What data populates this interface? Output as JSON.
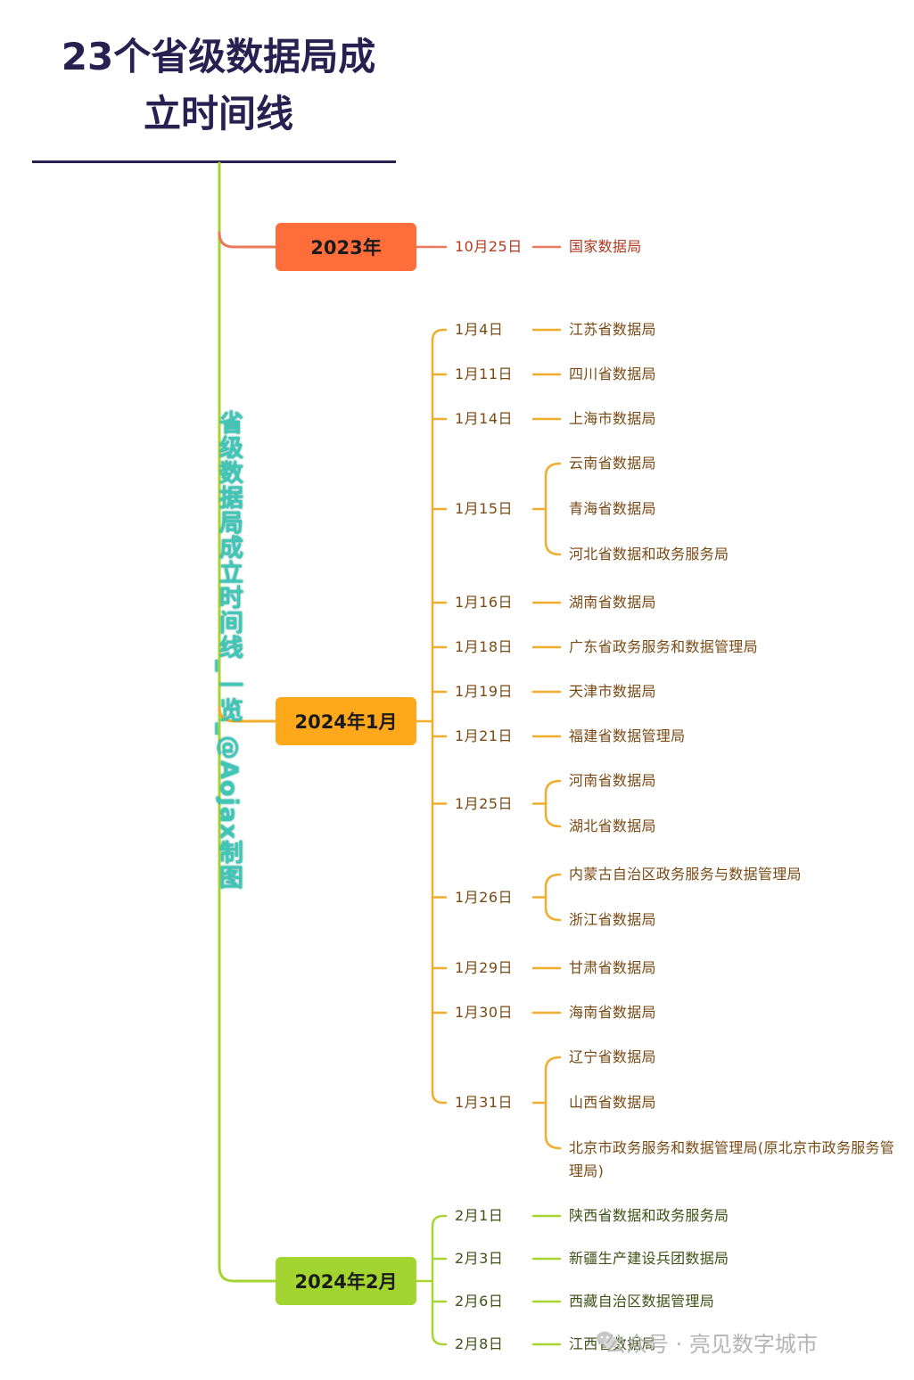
{
  "title": {
    "line1": "23个省级数据局成",
    "line2": "立时间线"
  },
  "root_label": "省级数据局成立时间线_一览_@Aojax制图",
  "watermark": "公众号 · 亮见数字城市",
  "colors": {
    "title": "#272050",
    "trunk": "#a7d432",
    "group_2023": "#ff6e3a",
    "group_2024_01": "#ffa81c",
    "group_2024_02": "#a2d530",
    "root_label": "#3ec7b6"
  },
  "groups": [
    {
      "label": "2023年",
      "color": "#ff6e3a",
      "line": "#e8795a",
      "text": "#b03a20",
      "entries": [
        {
          "date": "10月25日",
          "orgs": [
            "国家数据局"
          ]
        }
      ]
    },
    {
      "label": "2024年1月",
      "color": "#ffa81c",
      "line": "#f2ad2e",
      "text": "#7a4a14",
      "entries": [
        {
          "date": "1月4日",
          "orgs": [
            "江苏省数据局"
          ]
        },
        {
          "date": "1月11日",
          "orgs": [
            "四川省数据局"
          ]
        },
        {
          "date": "1月14日",
          "orgs": [
            "上海市数据局"
          ]
        },
        {
          "date": "1月15日",
          "orgs": [
            "云南省数据局",
            "青海省数据局",
            "河北省数据和政务服务局"
          ]
        },
        {
          "date": "1月16日",
          "orgs": [
            "湖南省数据局"
          ]
        },
        {
          "date": "1月18日",
          "orgs": [
            "广东省政务服务和数据管理局"
          ]
        },
        {
          "date": "1月19日",
          "orgs": [
            "天津市数据局"
          ]
        },
        {
          "date": "1月21日",
          "orgs": [
            "福建省数据管理局"
          ]
        },
        {
          "date": "1月25日",
          "orgs": [
            "河南省数据局",
            "湖北省数据局"
          ]
        },
        {
          "date": "1月26日",
          "orgs": [
            "内蒙古自治区政务服务与数据管理局",
            "浙江省数据局"
          ]
        },
        {
          "date": "1月29日",
          "orgs": [
            "甘肃省数据局"
          ]
        },
        {
          "date": "1月30日",
          "orgs": [
            "海南省数据局"
          ]
        },
        {
          "date": "1月31日",
          "orgs": [
            "辽宁省数据局",
            "山西省数据局",
            "北京市政务服务和数据管理局(原北京市政务服务管理局)"
          ]
        }
      ]
    },
    {
      "label": "2024年2月",
      "color": "#a2d530",
      "line": "#a9d436",
      "text": "#3f5216",
      "entries": [
        {
          "date": "2月1日",
          "orgs": [
            "陕西省数据和政务服务局"
          ]
        },
        {
          "date": "2月3日",
          "orgs": [
            "新疆生产建设兵团数据局"
          ]
        },
        {
          "date": "2月6日",
          "orgs": [
            "西藏自治区数据管理局"
          ]
        },
        {
          "date": "2月8日",
          "orgs": [
            "江西省数据局"
          ]
        }
      ]
    }
  ]
}
